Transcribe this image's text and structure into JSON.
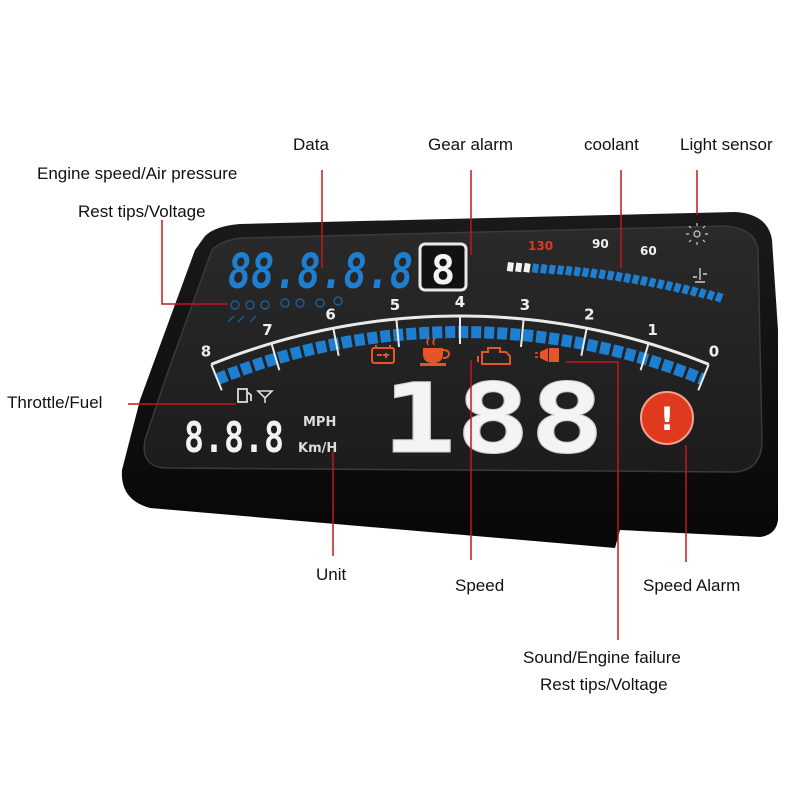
{
  "callouts": {
    "data": "Data",
    "gear_alarm": "Gear alarm",
    "coolant": "coolant",
    "light_sensor": "Light sensor",
    "engine_speed": "Engine speed/Air pressure",
    "rest_tips_voltage_top": "Rest tips/Voltage",
    "throttle_fuel": "Throttle/Fuel",
    "unit": "Unit",
    "speed": "Speed",
    "speed_alarm": "Speed Alarm",
    "sound_engine_failure": "Sound/Engine failure",
    "rest_tips_voltage_bottom": "Rest tips/Voltage"
  },
  "display": {
    "data_readout": "88.8.8.8",
    "gear_digit": "8",
    "small_readout": "8.8.8",
    "speed_readout": "188",
    "unit_mph": "MPH",
    "unit_kmh": "Km/H",
    "alarm_symbol": "!",
    "coolant_scale": [
      "130",
      "90",
      "60"
    ],
    "rpm_scale": [
      "8",
      "7",
      "6",
      "5",
      "4",
      "3",
      "2",
      "1",
      "0"
    ]
  },
  "colors": {
    "accent_blue": "#1e7fd0",
    "alarm_red": "#e03a1e",
    "warning_orange": "#e8542a",
    "digit_white": "#f2f2f2"
  },
  "icons": [
    "fuel-pump-icon",
    "throttle-icon",
    "battery-icon",
    "coffee-cup-icon",
    "engine-icon",
    "horn-icon",
    "sun-icon",
    "thermometer-icon"
  ]
}
